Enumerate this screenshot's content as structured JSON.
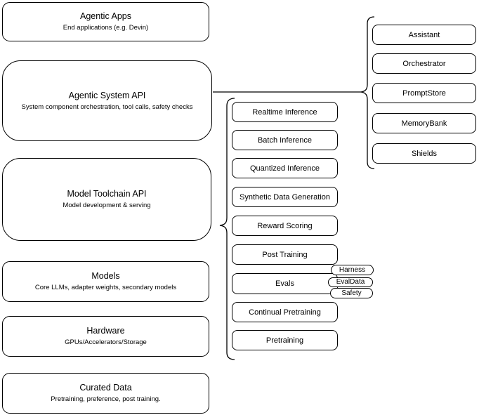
{
  "diagram": {
    "stack": [
      {
        "title": "Agentic Apps",
        "subtitle": "End applications (e.g. Devin)"
      },
      {
        "title": "Agentic System API",
        "subtitle": "System component orchestration, tool calls, safety checks"
      },
      {
        "title": "Model Toolchain API",
        "subtitle": "Model development & serving"
      },
      {
        "title": "Models",
        "subtitle": "Core LLMs, adapter weights, secondary models"
      },
      {
        "title": "Hardware",
        "subtitle": "GPUs/Accelerators/Storage"
      },
      {
        "title": "Curated Data",
        "subtitle": "Pretraining, preference, post training."
      }
    ],
    "toolchain_items": [
      "Realtime Inference",
      "Batch Inference",
      "Quantized Inference",
      "Synthetic Data Generation",
      "Reward Scoring",
      "Post Training",
      "Evals",
      "Continual Pretraining",
      "Pretraining"
    ],
    "evals_tags": [
      "Harness",
      "EvalData",
      "Safety"
    ],
    "system_components": [
      "Assistant",
      "Orchestrator",
      "PromptStore",
      "MemoryBank",
      "Shields"
    ],
    "colors": {
      "stroke": "#000000",
      "background": "#ffffff"
    }
  }
}
